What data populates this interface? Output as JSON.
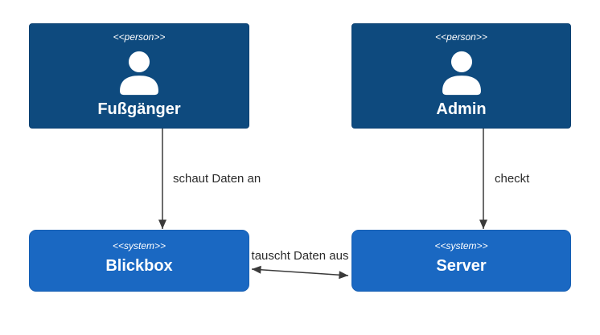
{
  "diagram_type": "c4-context-diagram",
  "colors": {
    "person_fill": "#0E4A7E",
    "person_border": "#0C4172",
    "system_fill": "#1A68C2",
    "system_border": "#1760B4",
    "arrow": "#3A3A3A",
    "label_text": "#2B2B2B",
    "node_text": "#FFFFFF",
    "canvas_bg": "#FFFFFF"
  },
  "nodes": {
    "fussgaenger": {
      "type": "person",
      "stereotype": "<<person>>",
      "name": "Fußgänger"
    },
    "admin": {
      "type": "person",
      "stereotype": "<<person>>",
      "name": "Admin"
    },
    "blickbox": {
      "type": "system",
      "stereotype": "<<system>>",
      "name": "Blickbox"
    },
    "server": {
      "type": "system",
      "stereotype": "<<system>>",
      "name": "Server"
    }
  },
  "edges": {
    "fussgaenger_blickbox": {
      "label": "schaut Daten an",
      "from": "Fußgänger",
      "to": "Blickbox",
      "direction": "one-way"
    },
    "admin_server": {
      "label": "checkt",
      "from": "Admin",
      "to": "Server",
      "direction": "one-way"
    },
    "blickbox_server": {
      "label": "tauscht Daten aus",
      "from": "Blickbox",
      "to": "Server",
      "direction": "two-way"
    }
  }
}
